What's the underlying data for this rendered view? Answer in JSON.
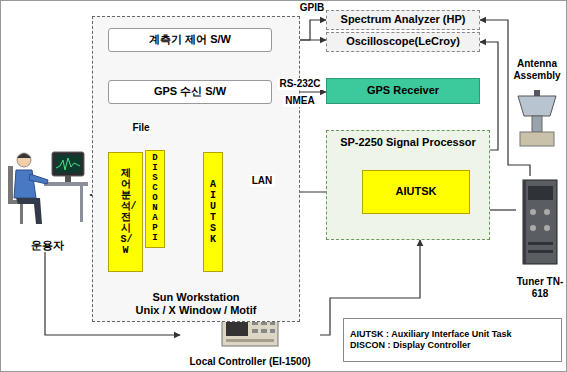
{
  "diagram": {
    "nodes": [
      {
        "text": [
          "Sun Workstation",
          "Unix / X Window / Motif"
        ]
      },
      {
        "text": [
          "계측기 제어 S/W"
        ],
        "in": 0
      },
      {
        "text": [
          "GPS 수신 S/W"
        ],
        "in": 0
      },
      {
        "text": [
          "제어분석/전시 S/W"
        ],
        "in": 0
      },
      {
        "text": [
          "DISCON API"
        ],
        "in": 0
      },
      {
        "text": [
          "AIUTSK"
        ],
        "in": 0
      },
      {
        "text": [
          "Spectrum Analyzer (HP)"
        ]
      },
      {
        "text": [
          "Oscilloscope(LeCroy)"
        ]
      },
      {
        "text": [
          "GPS Receiver"
        ]
      },
      {
        "text": [
          "Antenna Assembly"
        ]
      },
      {
        "text": [
          "운용자"
        ]
      },
      {
        "text": [
          "SP-2250 Signal Processor"
        ]
      },
      {
        "text": [
          "AIUTSK"
        ],
        "in": 11
      },
      {
        "text": [
          "Tuner TN-618"
        ]
      },
      {
        "text": [
          "Local Controller (EI-1500)"
        ]
      },
      {
        "text": [
          "AIUTSK : Auxiliary Interface Unit Task",
          "DISCON : Display Controller"
        ]
      }
    ],
    "edges": [
      {
        "from": 1,
        "to": 6,
        "arrow": "both",
        "label": "GPIB"
      },
      {
        "from": 1,
        "to": 7,
        "arrow": "both"
      },
      {
        "from": 2,
        "to": 8,
        "arrow": "both",
        "label": "RS-232C"
      },
      {
        "from": 2,
        "to": 3,
        "arrow": "to",
        "label": "File"
      },
      {
        "from": 10,
        "to": 3,
        "arrow": "both"
      },
      {
        "from": 4,
        "to": 5,
        "arrow": "both"
      },
      {
        "from": 3,
        "to": 5,
        "arrow": "both"
      },
      {
        "from": 5,
        "to": 12,
        "arrow": "both",
        "label": "LAN"
      },
      {
        "from": 13,
        "to": 6,
        "arrow": "to"
      },
      {
        "from": 11,
        "to": 7,
        "arrow": "to"
      },
      {
        "from": 11,
        "to": 13,
        "arrow": "none"
      },
      {
        "from": 10,
        "to": 14,
        "arrow": "to"
      },
      {
        "from": 14,
        "to": 11,
        "arrow": "to"
      }
    ],
    "labels": [
      "NMEA"
    ]
  }
}
